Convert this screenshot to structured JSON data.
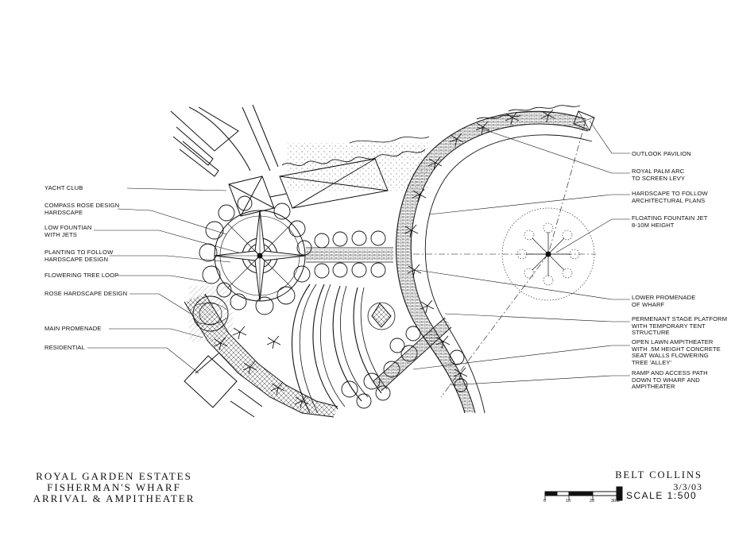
{
  "labels_left": [
    {
      "key": "yacht_club",
      "text": "YACHT CLUB"
    },
    {
      "key": "compass_rose",
      "text": "COMPASS ROSE DESIGN\nHARDSCAPE"
    },
    {
      "key": "low_fountain",
      "text": "LOW FOUNTIAN\nWITH JETS"
    },
    {
      "key": "planting",
      "text": "PLANTING TO FOLLOW\nHARDSCAPE DESIGN"
    },
    {
      "key": "flowering_loop",
      "text": "FLOWERING TREE LOOP"
    },
    {
      "key": "rose_hardscape",
      "text": "ROSE HARDSCAPE DESIGN"
    },
    {
      "key": "main_promenade",
      "text": "MAIN PROMENADE"
    },
    {
      "key": "residential",
      "text": "RESIDENTIAL"
    }
  ],
  "labels_right": [
    {
      "key": "outlook_pavilion",
      "text": "OUTLOOK PAVILION"
    },
    {
      "key": "royal_palm",
      "text": "ROYAL PALM ARC\nTO SCREEN LEVY"
    },
    {
      "key": "hardscape_follow",
      "text": "HARDSCAPE TO FOLLOW\nARCHITECTURAL PLANS"
    },
    {
      "key": "floating_fountain",
      "text": "FLOATING FOUNTAIN JET\n8-10M HEIGHT"
    },
    {
      "key": "lower_promenade",
      "text": "LOWER PROMENADE\nOF WHARF"
    },
    {
      "key": "stage_platform",
      "text": "PERMENANT STAGE PLATFORM\nWITH TEMPORARY TENT\nSTRUCTURE"
    },
    {
      "key": "open_lawn",
      "text": "OPEN LAWN AMPITHEATER\nWITH .5M HEIGHT CONCRETE\nSEAT WALLS FLOWERING\nTREE 'ALLEY'"
    },
    {
      "key": "ramp",
      "text": "RAMP AND ACCESS PATH\nDOWN TO WHARF AND\nAMPITHEATER"
    }
  ],
  "title_block": {
    "line1": "ROYAL GARDEN ESTATES",
    "line2": "FISHERMAN'S WHARF",
    "line3": "ARRIVAL & AMPITHEATER"
  },
  "firm_block": {
    "firm": "BELT COLLINS",
    "date": "3/3/03",
    "scale": "SCALE 1:500",
    "ticks": [
      "0",
      "10",
      "20",
      "30M"
    ]
  }
}
